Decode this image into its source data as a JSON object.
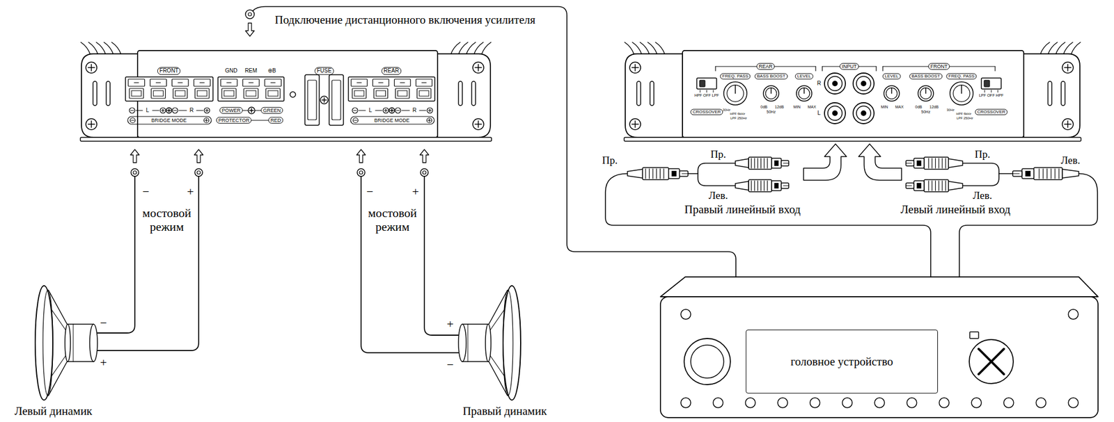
{
  "diagram": {
    "nodes": [
      {
        "text": [
          "Левый динамик"
        ]
      },
      {
        "text": [
          "Правый динамик"
        ]
      },
      {
        "text": [
          "головное устройство"
        ]
      }
    ],
    "labels": [
      "Подключение дистанционного включения усилителя",
      "FRONT",
      "GND",
      "REM",
      "⊕B",
      "FUSE",
      "REAR",
      "L",
      "R",
      "BRIDGE MODE",
      "POWER",
      "GREEN",
      "PROTECTOR",
      "RED",
      "L",
      "R",
      "BRIDGE MODE",
      "−",
      "+",
      "мостовой режим",
      "−",
      "+",
      "мостовой режим",
      "−",
      "+",
      "+",
      "−",
      "HPF OFF LPF",
      "CROSSOVER",
      "REAR",
      "FREQ. PASS",
      "30Hz",
      "HPF 6kHz",
      "LPF 250Hz",
      "BASS BOOST",
      "0dB",
      "12dB",
      "50Hz",
      "LEVEL",
      "MIN",
      "MAX",
      "INPUT",
      "R",
      "L",
      "LEVEL",
      "MIN",
      "MAX",
      "BASS BOOST",
      "0dB",
      "12dB",
      "50Hz",
      "FRONT",
      "FREQ. PASS",
      "30Hz",
      "HPF 6kHz",
      "LPF 250Hz",
      "LPF OFF HPF",
      "CROSSOVER",
      "Пр.",
      "Пр.",
      "Лев.",
      "Правый линейный вход",
      "Пр.",
      "Лев.",
      "Лев.",
      "Левый линейный вход"
    ]
  }
}
